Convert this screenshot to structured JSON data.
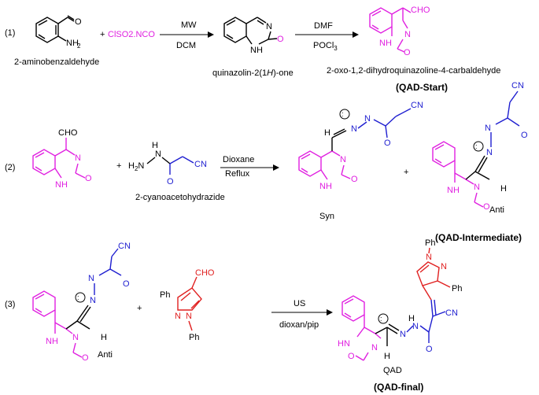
{
  "colors": {
    "quinazoline": "#e020e0",
    "hydrazide": "#1f1fd0",
    "pyrazole": "#e02020",
    "text": "#000000"
  },
  "steps": [
    {
      "number": "(1)"
    },
    {
      "number": "(2)"
    },
    {
      "number": "(3)"
    }
  ],
  "reaction1": {
    "reactant_name": "2-aminobenzaldehyde",
    "reagent": "ClSO2.NCO",
    "plus": "+",
    "arrow1_top": "MW",
    "arrow1_bottom": "DCM",
    "intermediate_name_pre": "quinazolin-2(1",
    "intermediate_name_ital": "H",
    "intermediate_name_post": ")-one",
    "arrow2_top": "DMF",
    "arrow2_bottom_main": "POCl",
    "arrow2_bottom_sub": "3",
    "product_name": "2-oxo-1,2-dihydroquinazoline-4-carbaldehyde",
    "product_label": "(QAD-Start)"
  },
  "reaction2": {
    "plus1": "+",
    "reagent_name": "2-cyanoacetohydrazide",
    "arrow_top": "Dioxane",
    "arrow_bottom": "Reflux",
    "plus2": "+",
    "syn_label": "Syn",
    "anti_label": "Anti",
    "product_label": "(QAD-Intermediate)"
  },
  "reaction3": {
    "plus": "+",
    "anti_label": "Anti",
    "arrow_top": "US",
    "arrow_bottom": "dioxan/pip",
    "product_name": "QAD",
    "product_label": "(QAD-final)"
  },
  "atoms": {
    "O": "O",
    "NH2": "NH",
    "two": "2",
    "N": "N",
    "H": "H",
    "NH": "NH",
    "CHO": "CHO",
    "CN": "CN",
    "H2N": "H",
    "Ph": "Ph",
    "HN": "HN",
    "NNH": "N"
  }
}
